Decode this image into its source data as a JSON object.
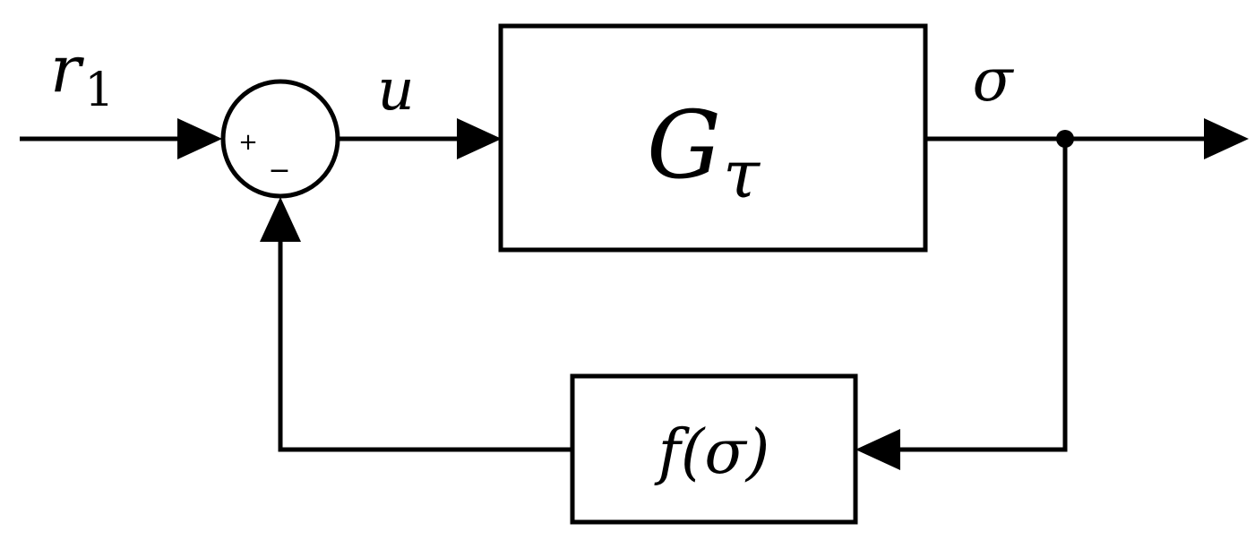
{
  "signals": {
    "input": {
      "symbol": "r",
      "subscript": "1"
    },
    "error": {
      "symbol": "u"
    },
    "output": {
      "symbol": "σ"
    }
  },
  "summing_junction": {
    "plus_sign": "+",
    "minus_sign": "−"
  },
  "blocks": {
    "plant": {
      "symbol": "G",
      "subscript": "τ"
    },
    "feedback": {
      "label": "f(σ)"
    }
  },
  "colors": {
    "stroke": "#000000",
    "background": "#ffffff"
  }
}
